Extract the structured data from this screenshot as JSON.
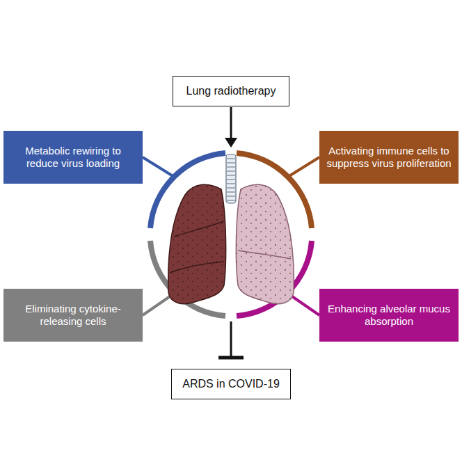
{
  "diagram": {
    "nodes": [
      {
        "text": [
          "Lung radiotherapy"
        ]
      },
      {
        "text": [
          "Metabolic rewiring to reduce virus loading"
        ]
      },
      {
        "text": [
          "Activating immune cells to suppress virus proliferation"
        ]
      },
      {
        "text": [
          "Eliminating cytokine-releasing cells"
        ]
      },
      {
        "text": [
          "Enhancing alveolar mucus absorption"
        ]
      },
      {
        "text": [
          "ARDS in COVID-19"
        ]
      }
    ],
    "edges": []
  }
}
